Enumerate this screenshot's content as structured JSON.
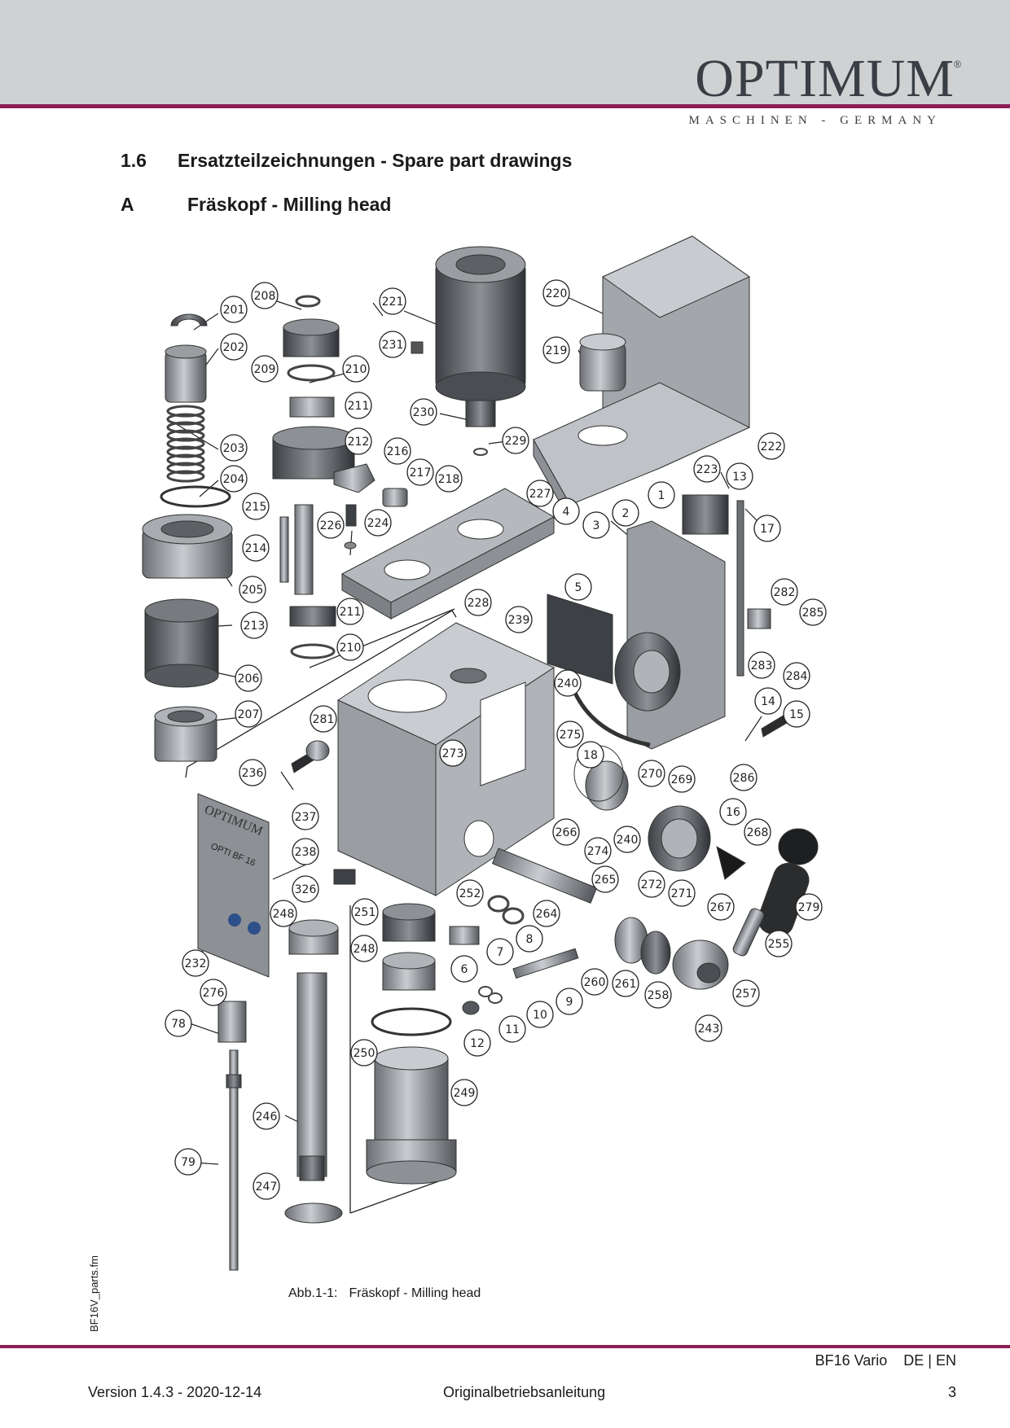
{
  "header": {
    "brand": "OPTIMUM",
    "registered": "®",
    "tagline": "MASCHINEN - GERMANY"
  },
  "section": {
    "number": "1.6",
    "title": "Ersatzteilzeichnungen - Spare part drawings"
  },
  "subsection": {
    "letter": "A",
    "title": "Fräskopf - Milling head"
  },
  "drawing": {
    "plate_brand": "OPTIMUM",
    "plate_model": "OPTI BF 16",
    "callouts": [
      "201",
      "208",
      "202",
      "209",
      "210",
      "211",
      "212",
      "203",
      "204",
      "215",
      "214",
      "205",
      "213",
      "206",
      "207",
      "221",
      "231",
      "230",
      "216",
      "217",
      "218",
      "226",
      "224",
      "211",
      "210",
      "220",
      "219",
      "229",
      "222",
      "223",
      "13",
      "227",
      "4",
      "3",
      "2",
      "1",
      "17",
      "5",
      "228",
      "239",
      "282",
      "285",
      "283",
      "284",
      "240",
      "14",
      "15",
      "281",
      "273",
      "275",
      "18",
      "270",
      "269",
      "286",
      "16",
      "268",
      "236",
      "237",
      "238",
      "266",
      "274",
      "240",
      "265",
      "272",
      "271",
      "267",
      "279",
      "326",
      "248",
      "251",
      "252",
      "264",
      "8",
      "7",
      "6",
      "255",
      "232",
      "248",
      "260",
      "261",
      "258",
      "257",
      "9",
      "276",
      "10",
      "11",
      "12",
      "243",
      "78",
      "250",
      "249",
      "246",
      "79",
      "247"
    ]
  },
  "caption": {
    "label": "Abb.1-1:",
    "text": "Fräskopf - Milling head"
  },
  "side_file": "BF16V_parts.fm",
  "footer": {
    "model": "BF16 Vario    DE | EN",
    "version": "Version 1.4.3 - 2020-12-14",
    "doc": "Originalbetriebsanleitung",
    "page": "3"
  }
}
